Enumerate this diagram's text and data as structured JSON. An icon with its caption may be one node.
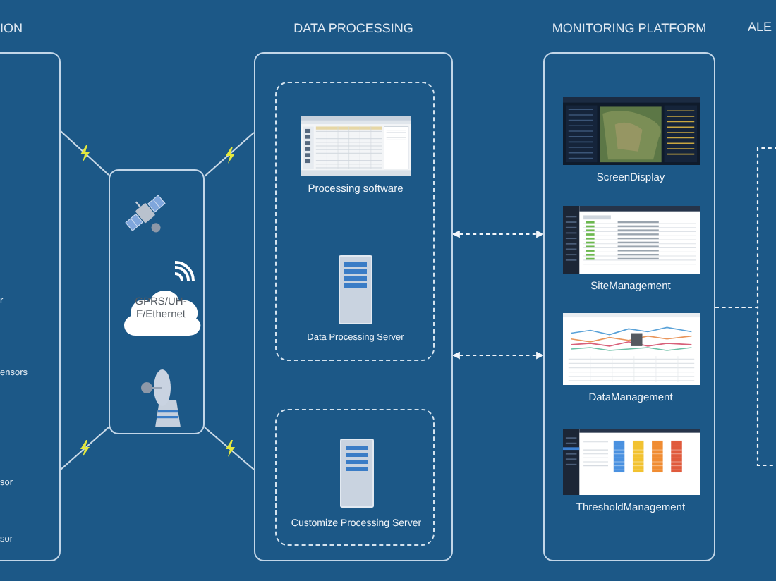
{
  "diagram": {
    "nodes": [
      {
        "text": [
          "ION",
          "r",
          "ensors",
          "sor",
          "sor"
        ]
      },
      {
        "text": [],
        "shape": "box"
      },
      {
        "text": [
          "GPRS/UH- F/Ethernet"
        ],
        "in": 1
      },
      {
        "text": [
          "DATA PROCESSING"
        ]
      },
      {
        "text": [],
        "shape": "box",
        "in": 3
      },
      {
        "text": [
          "Processing software"
        ],
        "in": 4
      },
      {
        "text": [
          "Data Processing Server"
        ],
        "in": 4
      },
      {
        "text": [],
        "shape": "box",
        "in": 3
      },
      {
        "text": [
          "Customize Processing Server"
        ],
        "in": 7
      },
      {
        "text": [
          "MONITORING PLATFORM"
        ]
      },
      {
        "text": [
          "ScreenDisplay"
        ],
        "in": 9
      },
      {
        "text": [
          "SiteManagement"
        ],
        "in": 9
      },
      {
        "text": [
          "DataManagement"
        ],
        "in": 9
      },
      {
        "text": [
          "ThresholdManagement"
        ],
        "in": 9
      }
    ],
    "edges": [
      {
        "from": 0,
        "to": 1,
        "arrow": "none"
      },
      {
        "from": 0,
        "to": 1,
        "arrow": "none"
      },
      {
        "from": 1,
        "to": 3,
        "arrow": "none"
      },
      {
        "from": 1,
        "to": 3,
        "arrow": "none"
      },
      {
        "from": 3,
        "to": 9,
        "arrow": "both",
        "style": "dashed"
      },
      {
        "from": 3,
        "to": 9,
        "arrow": "both",
        "style": "dashed"
      },
      {
        "from": 9,
        "to": null,
        "arrow": "none",
        "style": "dashed"
      },
      {
        "from": 9,
        "to": null,
        "arrow": "none",
        "style": "dashed"
      }
    ],
    "labels": [
      "ALE"
    ]
  }
}
